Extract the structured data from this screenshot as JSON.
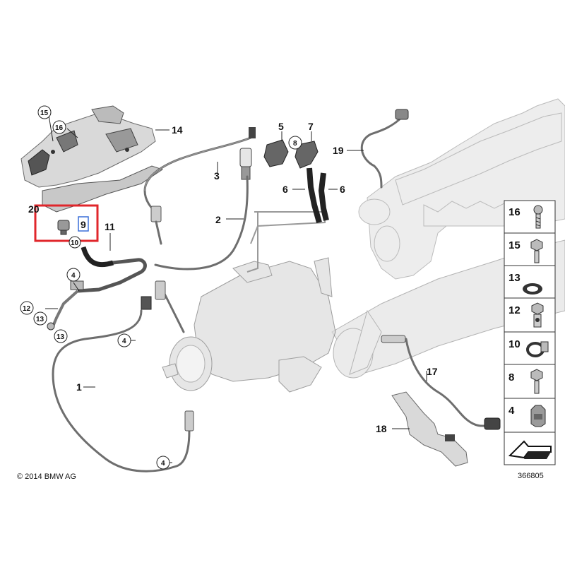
{
  "diagram": {
    "copyright": "© 2014 BMW AG",
    "image_number": "366805",
    "callouts": {
      "c1": "1",
      "c2": "2",
      "c3": "3",
      "c4a": "4",
      "c4b": "4",
      "c4c": "4",
      "c5": "5",
      "c6a": "6",
      "c6b": "6",
      "c7": "7",
      "c8": "8",
      "c9": "9",
      "c10": "10",
      "c11": "11",
      "c12": "12",
      "c13a": "13",
      "c13b": "13",
      "c14": "14",
      "c15": "15",
      "c16": "16",
      "c17": "17",
      "c18": "18",
      "c19": "19",
      "c20": "20"
    },
    "highlight_color": "#e0262b",
    "selected_label_color": "#3a6fd8",
    "legend": [
      {
        "num": "16",
        "icon": "screw-icon"
      },
      {
        "num": "15",
        "icon": "hex-bolt-icon"
      },
      {
        "num": "13",
        "icon": "sealing-ring-icon"
      },
      {
        "num": "12",
        "icon": "banjo-bolt-icon"
      },
      {
        "num": "10",
        "icon": "hose-clamp-icon"
      },
      {
        "num": "8",
        "icon": "hex-screw-icon"
      },
      {
        "num": "4",
        "icon": "clip-icon"
      },
      {
        "num": "",
        "icon": "arrow-pointer-icon"
      }
    ]
  }
}
